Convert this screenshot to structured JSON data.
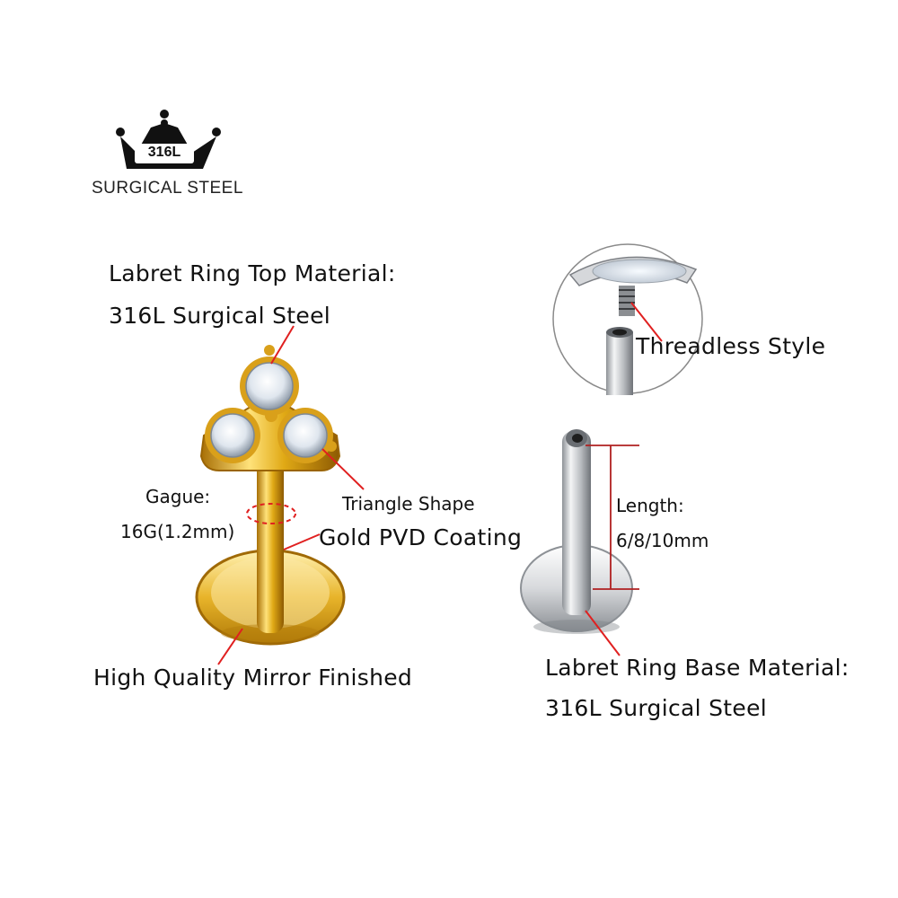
{
  "badge": {
    "crown_label": "316L",
    "caption": "SURGICAL STEEL"
  },
  "labels": {
    "top_material_line1": "Labret Ring Top Material:",
    "top_material_line2": "316L Surgical Steel",
    "threadless": "Threadless Style",
    "gauge_title": "Gague:",
    "gauge_value": "16G(1.2mm)",
    "triangle_shape": "Triangle Shape",
    "gold_coating": "Gold PVD Coating",
    "length_title": "Length:",
    "length_value": "6/8/10mm",
    "mirror": "High Quality Mirror Finished",
    "base_material_line1": "Labret Ring Base Material:",
    "base_material_line2": "316L Surgical Steel"
  },
  "colors": {
    "gold": "#e0a915",
    "gold_dark": "#a86f05",
    "steel": "#c4c7cb",
    "pointer": "#e02020",
    "measure": "#b02020"
  }
}
